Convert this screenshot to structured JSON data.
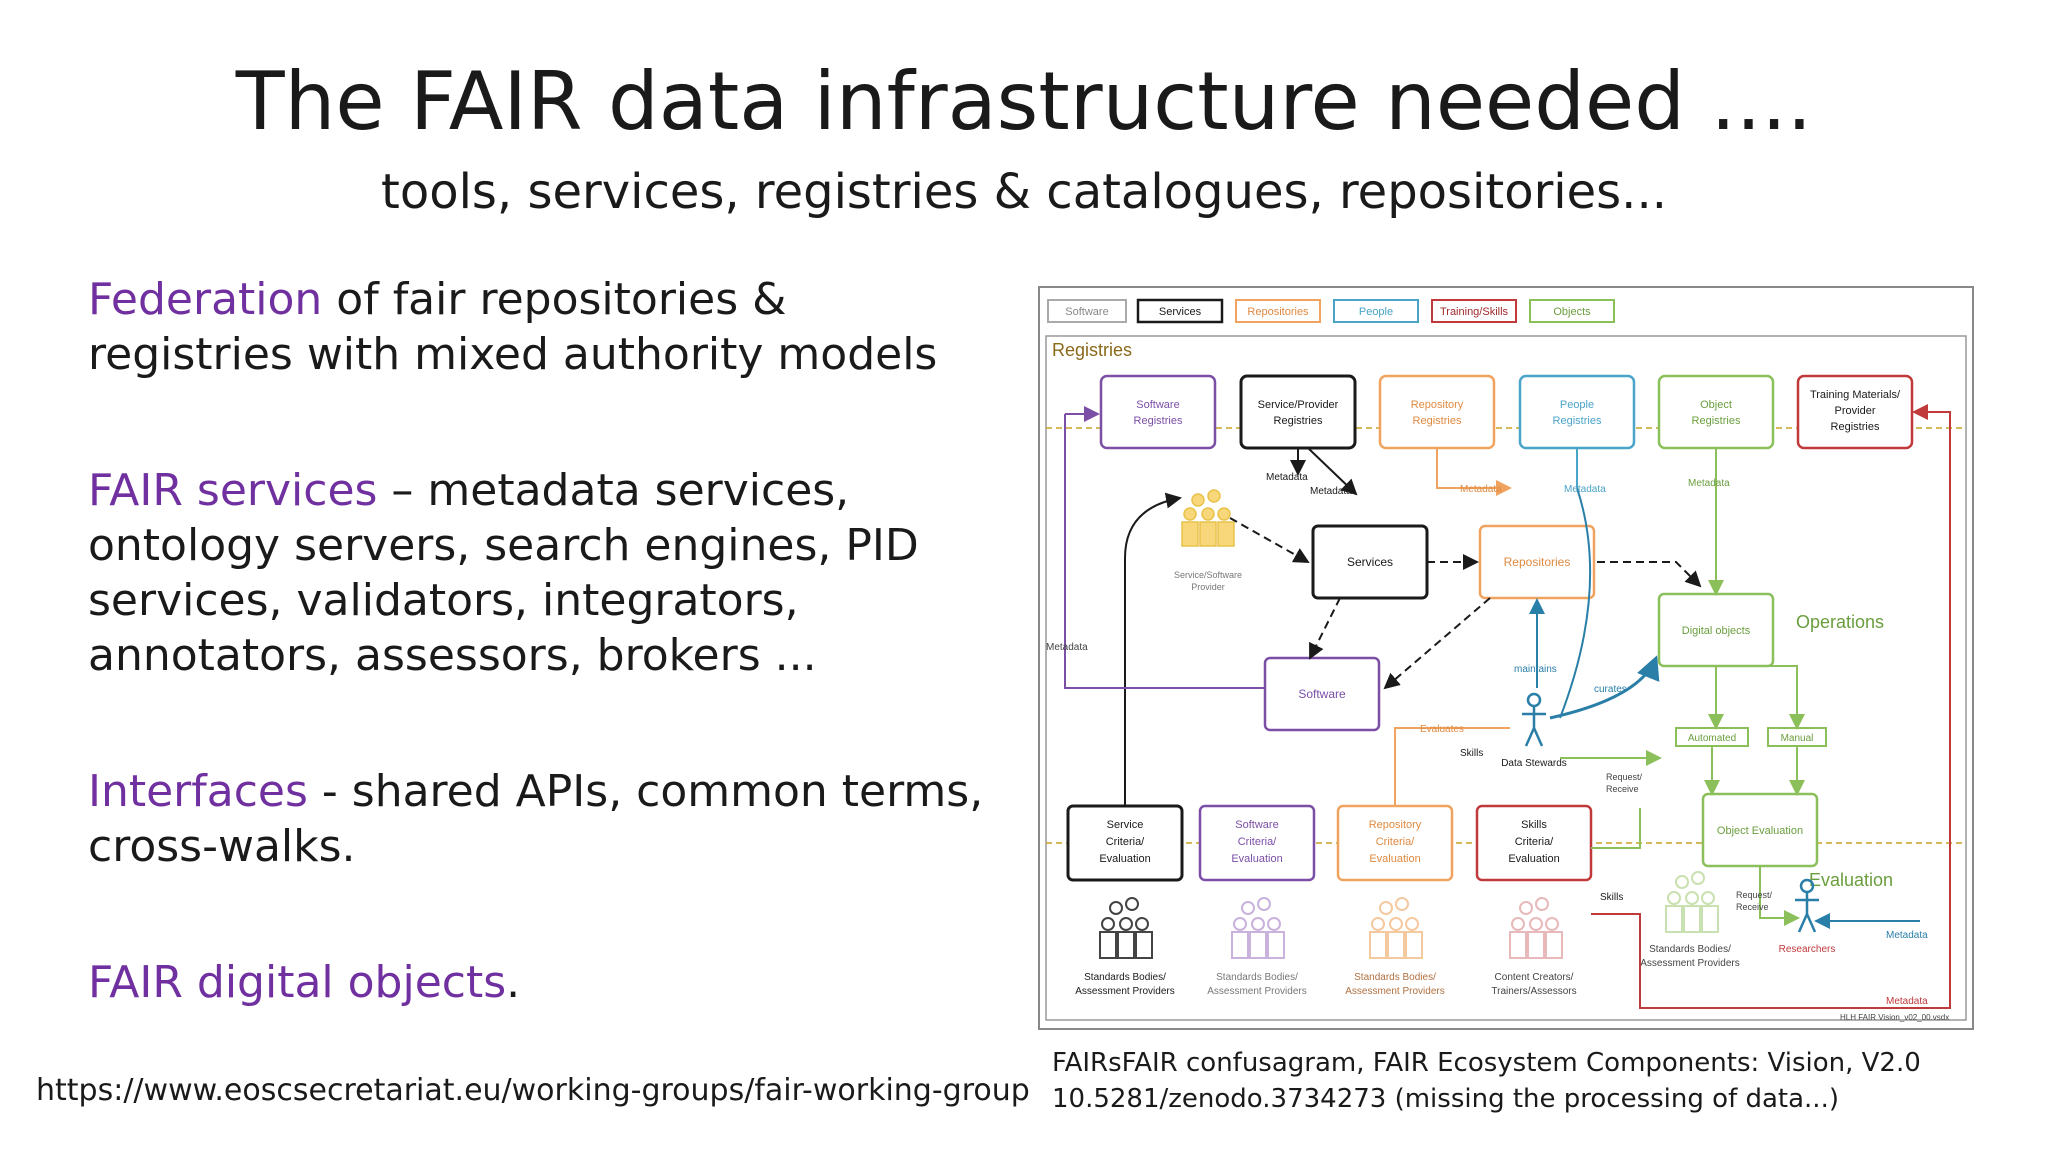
{
  "slide": {
    "title": "The FAIR data infrastructure needed ....",
    "subtitle": "tools, services, registries & catalogues, repositories..."
  },
  "bullets": [
    {
      "highlight": "Federation",
      "text": " of fair repositories & registries with mixed authority models"
    },
    {
      "highlight": "FAIR services",
      "text": " – metadata services, ontology servers, search engines, PID services, validators, integrators, annotators, assessors, brokers ..."
    },
    {
      "highlight": "Interfaces",
      "text": " - shared APIs, common terms, cross-walks."
    },
    {
      "highlight": "FAIR digital objects",
      "text": "."
    }
  ],
  "footer": {
    "url": "https://www.eoscsecretariat.eu/working-groups/fair-working-group",
    "caption_line1": "FAIRsFAIR confusagram, FAIR Ecosystem Components: Vision,  V2.0",
    "caption_line2": "10.5281/zenodo.3734273  (missing the processing of data...)"
  },
  "diagram": {
    "legend": [
      "Software",
      "Services",
      "Repositories",
      "People",
      "Training/Skills",
      "Objects"
    ],
    "section_registries": "Registries",
    "section_operations": "Operations",
    "section_evaluation": "Evaluation",
    "registries": {
      "software": [
        "Software",
        "Registries"
      ],
      "service": [
        "Service/Provider",
        "Registries"
      ],
      "repository": [
        "Repository",
        "Registries"
      ],
      "people": [
        "People",
        "Registries"
      ],
      "object": [
        "Object",
        "Registries"
      ],
      "training": [
        "Training Materials/",
        "Provider",
        "Registries"
      ]
    },
    "services": "Services",
    "repositories": "Repositories",
    "software_box": "Software",
    "digital_objects": "Digital objects",
    "automated": "Automated",
    "manual": "Manual",
    "object_evaluation": "Object Evaluation",
    "provider_label": [
      "Service/Software",
      "Provider"
    ],
    "data_stewards": "Data Stewards",
    "researchers": "Researchers",
    "criteria": {
      "service": [
        "Service",
        "Criteria/",
        "Evaluation"
      ],
      "software": [
        "Software",
        "Criteria/",
        "Evaluation"
      ],
      "repository": [
        "Repository",
        "Criteria/",
        "Evaluation"
      ],
      "skills": [
        "Skills",
        "Criteria/",
        "Evaluation"
      ]
    },
    "people_groups": {
      "g1": [
        "Standards Bodies/",
        "Assessment Providers"
      ],
      "g2": [
        "Standards Bodies/",
        "Assessment Providers"
      ],
      "g3": [
        "Standards Bodies/",
        "Assessment Providers"
      ],
      "g4": [
        "Content Creators/",
        "Trainers/Assessors"
      ],
      "g5": [
        "Standards Bodies/",
        "Assessment Providers"
      ]
    },
    "labels": {
      "metadata": "Metadata",
      "evaluates": "Evaluates",
      "skills": "Skills",
      "maintains": "maintains",
      "curates": "curates",
      "request_receive": [
        "Request/",
        "Receive"
      ],
      "file_tag": "HLH FAIR Vision_v02_00.vsdx"
    },
    "colors": {
      "software": "#7b4fa6",
      "services": "#1a1a1a",
      "repositories": "#f0a35e",
      "people": "#4aa3c8",
      "training": "#c0393b",
      "objects": "#8bbf5a",
      "band": "#c9a227"
    }
  }
}
